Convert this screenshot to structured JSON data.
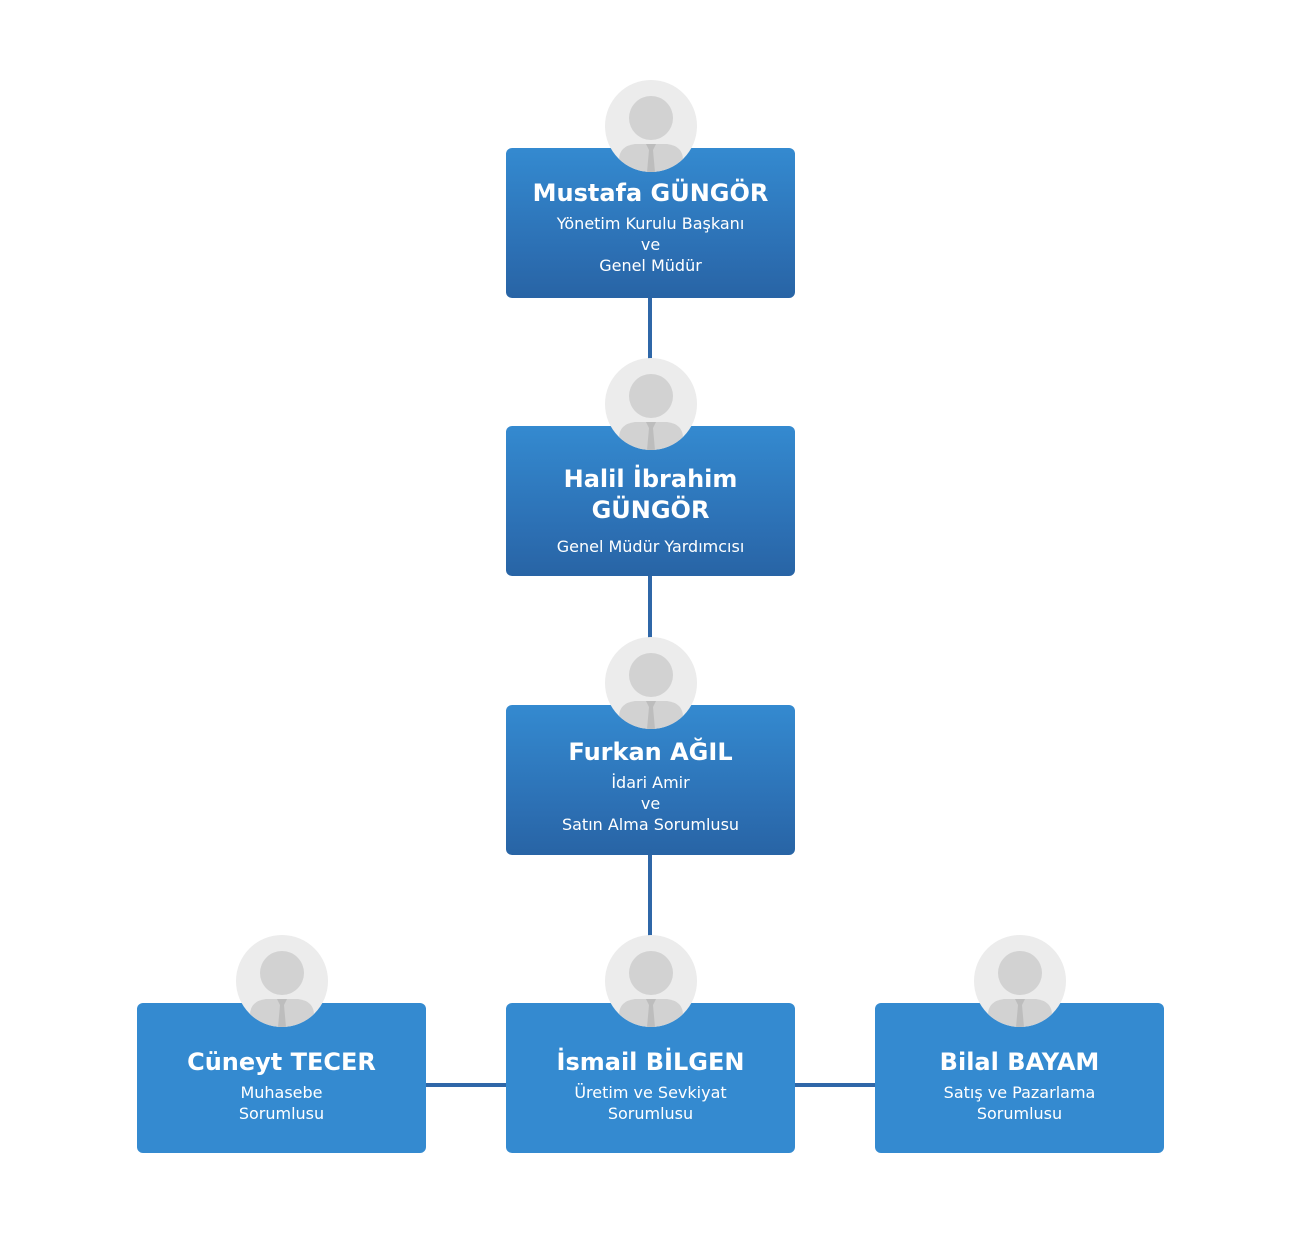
{
  "org_chart": {
    "ceo": {
      "name": "Mustafa GÜNGÖR",
      "role_lines": [
        "Yönetim Kurulu Başkanı",
        "ve",
        "Genel Müdür"
      ],
      "avatar_icon": "user-avatar-icon"
    },
    "deputy": {
      "name_lines": [
        "Halil İbrahim",
        "GÜNGÖR"
      ],
      "role_lines": [
        "Genel Müdür Yardımcısı"
      ],
      "avatar_icon": "user-avatar-icon"
    },
    "admin": {
      "name": "Furkan AĞIL",
      "role_lines": [
        "İdari Amir",
        "ve",
        "Satın Alma Sorumlusu"
      ],
      "avatar_icon": "user-avatar-icon"
    },
    "accounting": {
      "name": "Cüneyt TECER",
      "role_lines": [
        "Muhasebe",
        "Sorumlusu"
      ],
      "avatar_icon": "user-avatar-icon"
    },
    "production": {
      "name": "İsmail BİLGEN",
      "role_lines": [
        "Üretim ve Sevkiyat",
        "Sorumlusu"
      ],
      "avatar_icon": "user-avatar-icon"
    },
    "sales": {
      "name": "Bilal BAYAM",
      "role_lines": [
        "Satış ve Pazarlama",
        "Sorumlusu"
      ],
      "avatar_icon": "user-avatar-icon"
    }
  },
  "colors": {
    "card_top": "#348ad0",
    "card_bottom": "#2864a5",
    "connector": "#2f67a8",
    "avatar_bg": "#ececec",
    "avatar_figure": "#d2d2d2"
  }
}
